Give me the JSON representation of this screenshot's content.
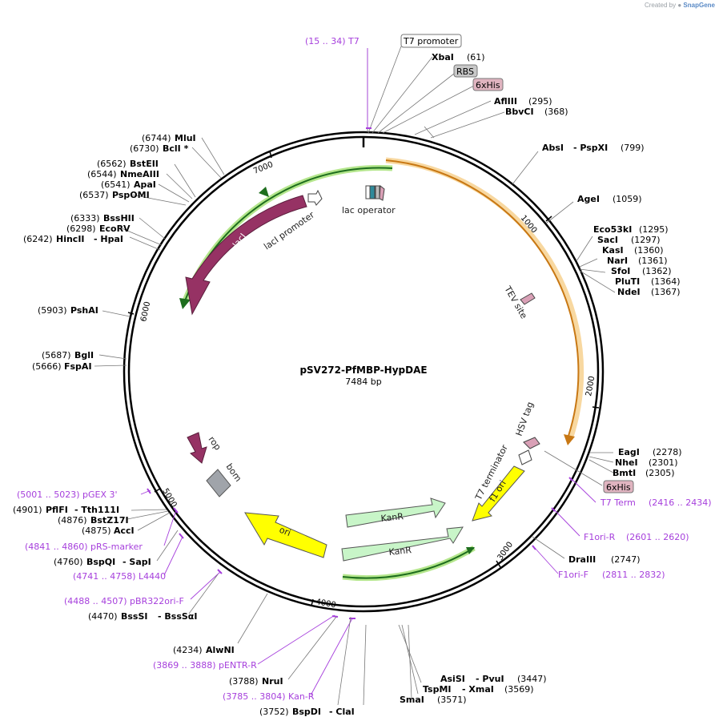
{
  "credit": {
    "prefix": "Created by",
    "brand": "SnapGene"
  },
  "plasmid": {
    "name": "pSV272-PfMBP-HypDAE",
    "length": "7484 bp"
  },
  "ticks": [
    "1000",
    "2000",
    "3000",
    "4000",
    "5000",
    "6000",
    "7000"
  ],
  "features": {
    "lacI": "lacI",
    "lacI_promoter": "lacI promoter",
    "lac_operator": "lac operator",
    "TEV_site": "TEV site",
    "HSV_tag": "HSV tag",
    "T7_terminator": "T7 terminator",
    "f1_ori": "f1 ori",
    "KanR_1": "KanR",
    "KanR_2": "KanR",
    "ori": "ori",
    "rop": "rop",
    "bom": "bom"
  },
  "boxed": {
    "t7promoter": "T7 promoter",
    "rbs": "RBS",
    "his_top": "6xHis",
    "his_right": "6xHis"
  },
  "sites": {
    "xbaI": {
      "name": "XbaI",
      "pos": "(61)"
    },
    "aflIII": {
      "name": "AflIII",
      "pos": "(295)"
    },
    "bbvCI": {
      "name": "BbvCI",
      "pos": "(368)"
    },
    "absI": {
      "name": "AbsI",
      "name2": "- PspXI",
      "pos": "(799)"
    },
    "ageI": {
      "name": "AgeI",
      "pos": "(1059)"
    },
    "eco53kI": {
      "name": "Eco53kI",
      "pos": "(1295)"
    },
    "sacI": {
      "name": "SacI",
      "pos": "(1297)"
    },
    "kasI": {
      "name": "KasI",
      "pos": "(1360)"
    },
    "narI": {
      "name": "NarI",
      "pos": "(1361)"
    },
    "sfoI": {
      "name": "SfoI",
      "pos": "(1362)"
    },
    "pluTI": {
      "name": "PluTI",
      "pos": "(1364)"
    },
    "ndeI": {
      "name": "NdeI",
      "pos": "(1367)"
    },
    "eagI": {
      "name": "EagI",
      "pos": "(2278)"
    },
    "nheI": {
      "name": "NheI",
      "pos": "(2301)"
    },
    "bmtI": {
      "name": "BmtI",
      "pos": "(2305)"
    },
    "draIII": {
      "name": "DraIII",
      "pos": "(2747)"
    },
    "asiSI": {
      "name": "AsiSI",
      "name2": "- PvuI",
      "pos": "(3447)"
    },
    "tspMI": {
      "name": "TspMI",
      "name2": "- XmaI",
      "pos": "(3569)"
    },
    "smaI": {
      "name": "SmaI",
      "pos": "(3571)"
    },
    "bspDI": {
      "pos": "(3752)",
      "name": "BspDI",
      "name2": "- ClaI"
    },
    "nruI": {
      "pos": "(3788)",
      "name": "NruI"
    },
    "alwNI": {
      "pos": "(4234)",
      "name": "AlwNI"
    },
    "bssSI": {
      "pos": "(4470)",
      "name": "BssSI",
      "name2": "- BssSαI"
    },
    "bspQI": {
      "pos": "(4760)",
      "name": "BspQI",
      "name2": "- SapI"
    },
    "accI": {
      "pos": "(4875)",
      "name": "AccI"
    },
    "bstZ17I": {
      "pos": "(4876)",
      "name": "BstZ17I"
    },
    "pflFI": {
      "pos": "(4901)",
      "name": "PflFI",
      "name2": "- Tth111I"
    },
    "fspAI": {
      "pos": "(5666)",
      "name": "FspAI"
    },
    "bglI": {
      "pos": "(5687)",
      "name": "BglI"
    },
    "pshAI": {
      "pos": "(5903)",
      "name": "PshAI"
    },
    "hincII": {
      "pos": "(6242)",
      "name": "HincII",
      "name2": "- HpaI"
    },
    "ecoRV": {
      "pos": "(6298)",
      "name": "EcoRV"
    },
    "bssHII": {
      "pos": "(6333)",
      "name": "BssHII"
    },
    "pspOMI": {
      "pos": "(6537)",
      "name": "PspOMI"
    },
    "apaI": {
      "pos": "(6541)",
      "name": "ApaI"
    },
    "nmeAIII": {
      "pos": "(6544)",
      "name": "NmeAIII"
    },
    "bstEII": {
      "pos": "(6562)",
      "name": "BstEII"
    },
    "bclI": {
      "pos": "(6730)",
      "name": "BclI *"
    },
    "mluI": {
      "pos": "(6744)",
      "name": "MluI"
    }
  },
  "primers": {
    "t7": "(15 .. 34)  T7",
    "t7term": "T7 Term",
    "t7term_pos": "(2416 .. 2434)",
    "f1oriR": "F1ori-R",
    "f1oriR_pos": "(2601 .. 2620)",
    "f1oriF": "F1ori-F",
    "f1oriF_pos": "(2811 .. 2832)",
    "kanR": "(3785 .. 3804)  Kan-R",
    "pENTR": "(3869 .. 3888)  pENTR-R",
    "pBR322": "(4488 .. 4507)  pBR322ori-F",
    "l4440": "(4741 .. 4758)  L4440",
    "pRS": "(4841 .. 4860)  pRS-marker",
    "pGEX": "(5001 .. 5023)  pGEX 3'"
  },
  "colors": {
    "backbone": "#000000",
    "lacI": "#963264",
    "green_arrow": "#1e6e1e",
    "green_glow": "#b4e68c",
    "orange_arrow": "#c87814",
    "orange_glow": "#f8d8a0",
    "kanR": "#c8f5c8",
    "ori": "#ffff00",
    "f1ori": "#ffff00",
    "bom": "#a0a4aa",
    "primer": "#a63fdc",
    "his_fill": "#e0b4c0",
    "rbs_fill": "#c8c8c8"
  }
}
